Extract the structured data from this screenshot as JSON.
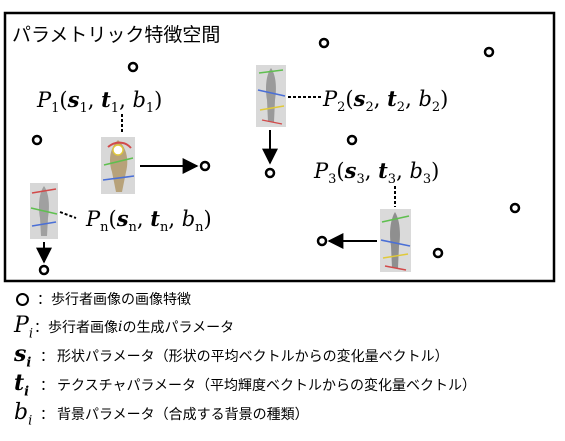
{
  "frame_title": "パラメトリック特徴空間",
  "points": [
    {
      "symbol": "P",
      "sub": "1",
      "args": [
        "s",
        "1",
        "t",
        "1",
        "b",
        "1"
      ]
    },
    {
      "symbol": "P",
      "sub": "2",
      "args": [
        "s",
        "2",
        "t",
        "2",
        "b",
        "2"
      ]
    },
    {
      "symbol": "P",
      "sub": "3",
      "args": [
        "s",
        "3",
        "t",
        "3",
        "b",
        "3"
      ]
    },
    {
      "symbol": "P",
      "sub": "n",
      "args": [
        "s",
        "n",
        "t",
        "n",
        "b",
        "n"
      ]
    }
  ],
  "legend": {
    "circle_desc": "：歩行者画像の画像特徴",
    "p_symbol": "P",
    "p_sub": "i",
    "p_desc_pre": "：歩行者画像 ",
    "p_desc_i": "i",
    "p_desc_post": " の生成パラメータ",
    "s_symbol": "s",
    "s_sub": "i",
    "s_desc": "形状パラメータ（形状の平均ベクトルからの変化量ベクトル）",
    "t_symbol": "t",
    "t_sub": "i",
    "t_desc": "テクスチャパラメータ（平均輝度ベクトルからの変化量ベクトル）",
    "b_symbol": "b",
    "b_sub": "i",
    "b_desc": "背景パラメータ（合成する背景の種類）"
  },
  "colors": {
    "ink": "#000000",
    "figure_gray": "#9a9a9a",
    "edge_green": "#5fbf4f",
    "edge_blue": "#4a6fd6",
    "edge_red": "#d24a4a",
    "edge_yellow": "#e0c93a"
  }
}
